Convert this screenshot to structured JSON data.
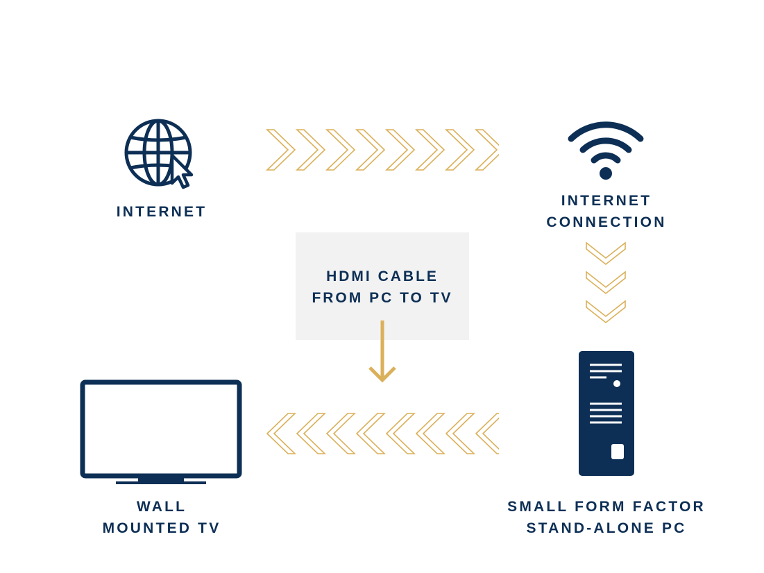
{
  "colors": {
    "navy": "#0d2f55",
    "gold": "#dbb05a",
    "box_bg": "#f2f2f2"
  },
  "nodes": {
    "internet": {
      "icon": "globe-cursor-icon",
      "label": "INTERNET"
    },
    "connection": {
      "icon": "wifi-icon",
      "label_line1": "INTERNET",
      "label_line2": "CONNECTION"
    },
    "pc": {
      "icon": "pc-tower-icon",
      "label_line1": "SMALL FORM FACTOR",
      "label_line2": "STAND-ALONE PC"
    },
    "tv": {
      "icon": "tv-icon",
      "label_line1": "WALL",
      "label_line2": "MOUNTED TV"
    }
  },
  "hdmi_note": {
    "line1": "HDMI CABLE",
    "line2": "FROM PC TO TV",
    "icon": "arrow-down-icon"
  },
  "flows": [
    {
      "from": "internet",
      "to": "connection",
      "direction": "right",
      "chevrons": 8
    },
    {
      "from": "connection",
      "to": "pc",
      "direction": "down",
      "chevrons": 3
    },
    {
      "from": "pc",
      "to": "tv",
      "direction": "left",
      "chevrons": 8
    }
  ]
}
